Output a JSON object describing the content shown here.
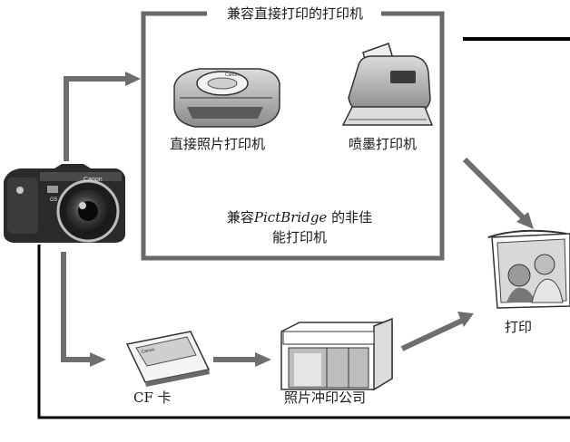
{
  "box": {
    "title": "兼容直接打印的打印机",
    "pictbridge_prefix": "兼容",
    "pictbridge_brand": "PictBridge",
    "pictbridge_suffix": " 的非佳",
    "pictbridge_line2": "能打印机"
  },
  "devices": {
    "direct_photo_printer": "直接照片打印机",
    "inkjet_printer": "喷墨打印机",
    "cf_card": "CF 卡",
    "photo_lab": "照片冲印公司",
    "print": "打印"
  },
  "brand_marks": {
    "camera_brand": "Canon",
    "camera_model": "G5",
    "card_brand": "Canon"
  },
  "colors": {
    "arrow": "#6e6e6e",
    "frame": "#6a6a6a",
    "line": "#000000"
  }
}
